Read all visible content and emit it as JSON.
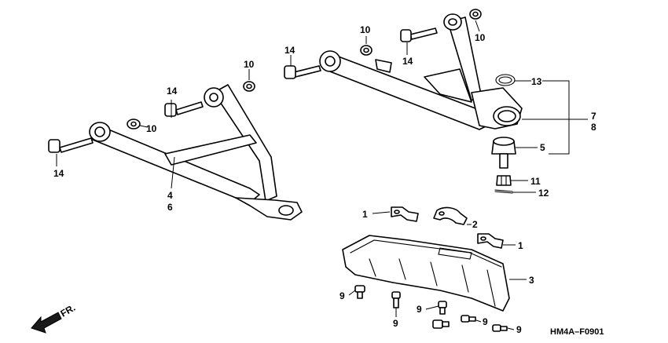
{
  "diagram_code": "HM4A–F0901",
  "direction_label": "FR.",
  "callouts": {
    "c1a": "1",
    "c1b": "1",
    "c2": "2",
    "c3": "3",
    "c4": "4",
    "c5": "5",
    "c6": "6",
    "c7": "7",
    "c8": "8",
    "c9a": "9",
    "c9b": "9",
    "c9c": "9",
    "c9d": "9",
    "c9e": "9",
    "c10a": "10",
    "c10b": "10",
    "c10c": "10",
    "c10d": "10",
    "c11": "11",
    "c12": "12",
    "c13": "13",
    "c14a": "14",
    "c14b": "14",
    "c14c": "14",
    "c14d": "14"
  },
  "colors": {
    "line": "#000000",
    "background": "#ffffff"
  }
}
